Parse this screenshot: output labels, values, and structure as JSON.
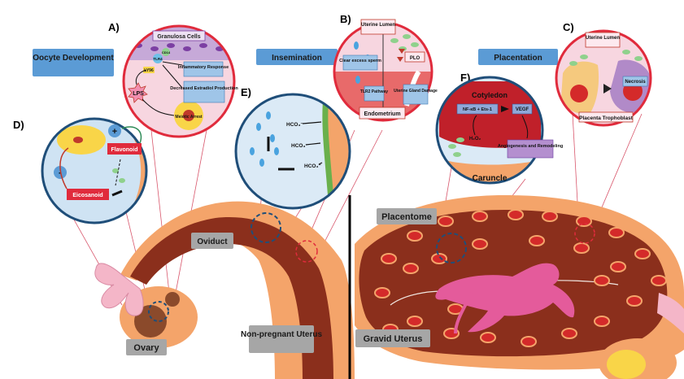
{
  "panel_letters": {
    "a": "A)",
    "b": "B)",
    "c": "C)",
    "d": "D)",
    "e": "E)",
    "f": "F)"
  },
  "sections": {
    "oocyte_development": "Oocyte Development",
    "insemination": "Insemination",
    "placentation": "Placentation"
  },
  "anatomy": {
    "oviduct": "Oviduct",
    "ovary": "Ovary",
    "non_pregnant_uterus": "Non-pregnant Uterus",
    "gravid_uterus": "Gravid Uterus",
    "placentome": "Placentome"
  },
  "panel_a": {
    "granulosa_cells": "Granulosa Cells",
    "cd14": "CD14",
    "tlr4": "TLR4",
    "ly96": "LY96",
    "lps": "LPS",
    "inflammatory_response": "Inflammatory Response",
    "decreased_estradiol": "Decreased Estradiol Production",
    "meiotic_arrest": "Meiotic Arrest"
  },
  "panel_b": {
    "uterine_lumen": "Uterine Lumen",
    "clear_excess_sperm": "Clear excess sperm",
    "plo": "PLO",
    "tlr2_pathway": "TLR2 Pathway",
    "uterine_gland_damage": "Uterine Gland Damage",
    "endometrium": "Endometrium"
  },
  "panel_c": {
    "uterine_lumen": "Uterine Lumen",
    "necrosis": "Necrosis",
    "placenta_trophoblast": "Placenta Trophoblast"
  },
  "panel_d": {
    "plus": "+",
    "minus": "-",
    "flavonoid": "Flavonoid",
    "eicosanoid": "Eicosanoid"
  },
  "panel_e": {
    "hco3_a": "HCO₃⁻",
    "hco3_b": "HCO₃⁻",
    "hco3_c": "HCO₃⁻"
  },
  "panel_f": {
    "cotyledon": "Cotyledon",
    "nfkb": "NF-κB + Ets-1",
    "vegf": "VEGF",
    "h2o2": "H₂O₂",
    "angiogenesis": "Angiogenesis and Remodeling",
    "caruncle": "Caruncle"
  },
  "colors": {
    "section_label_bg": "#5b9bd5",
    "anatomy_label_bg": "#a6a6a6",
    "panel_border": "#e02b3c",
    "panel_e_border": "#1f4e79",
    "uterus_wall": "#f4a46a",
    "uterus_lumen": "#8b2f1c",
    "caruncle_red": "#d42a2a",
    "fetus_pink": "#e45b9b"
  }
}
